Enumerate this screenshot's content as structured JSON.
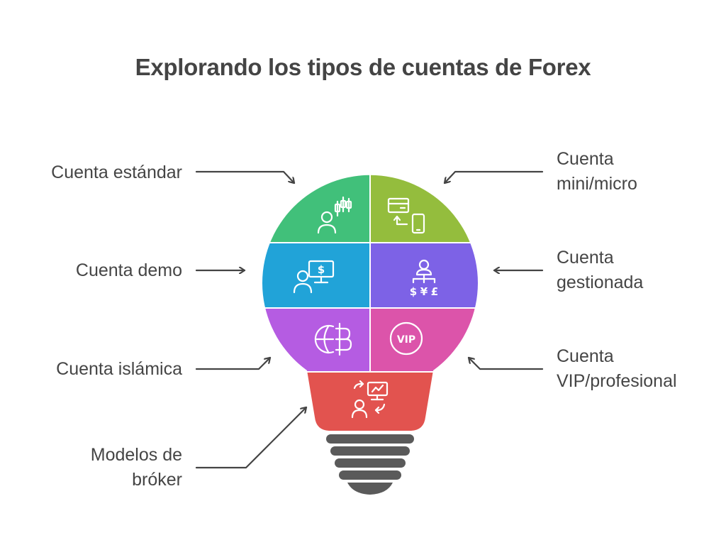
{
  "title": "Explorando los tipos de cuentas de Forex",
  "segments": [
    {
      "id": "estandar",
      "label_lines": [
        "Cuenta estándar"
      ],
      "color": "#41c07a",
      "icon": "candlestick-trader-icon"
    },
    {
      "id": "mini",
      "label_lines": [
        "Cuenta",
        "mini/micro"
      ],
      "color": "#94bd3d",
      "icon": "card-to-phone-icon"
    },
    {
      "id": "demo",
      "label_lines": [
        "Cuenta demo"
      ],
      "color": "#21a3d8",
      "icon": "monitor-dollar-user-icon"
    },
    {
      "id": "gestionada",
      "label_lines": [
        "Cuenta",
        "gestionada"
      ],
      "color": "#7d62e6",
      "icon": "user-currencies-icon"
    },
    {
      "id": "islamica",
      "label_lines": [
        "Cuenta islámica"
      ],
      "color": "#b55ce2",
      "icon": "globe-baht-icon"
    },
    {
      "id": "vip",
      "label_lines": [
        "Cuenta",
        "VIP/profesional"
      ],
      "color": "#dc54aa",
      "icon": "vip-badge-icon"
    },
    {
      "id": "broker",
      "label_lines": [
        "Modelos de",
        "bróker"
      ],
      "color": "#e2534f",
      "icon": "broker-exchange-icon"
    }
  ],
  "base_color": "#5a5a5a",
  "arrow_color": "#444444",
  "icon_badges": {
    "vip": "VIP",
    "demo": "$",
    "gestionada": [
      "$",
      "¥",
      "£"
    ]
  }
}
